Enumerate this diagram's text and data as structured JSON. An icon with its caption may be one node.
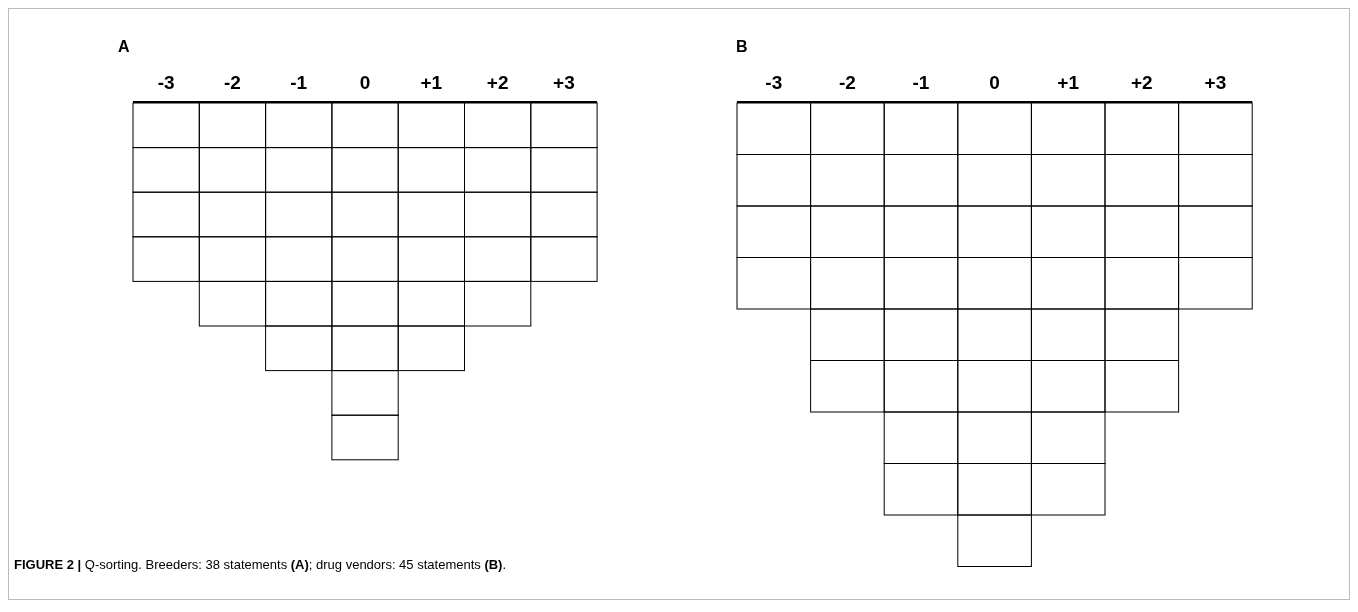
{
  "diagram": {
    "caption": "**FIGURE 2 |** Q-sorting. Breeders: 38 statements **(A)**; drug vendors: 45 statements **(B)**.",
    "labels": [
      "A",
      "-3",
      "-2",
      "-1",
      "0",
      "+1",
      "+2",
      "+3",
      "B",
      "-3",
      "-2",
      "-1",
      "0",
      "+1",
      "+2",
      "+3"
    ]
  }
}
